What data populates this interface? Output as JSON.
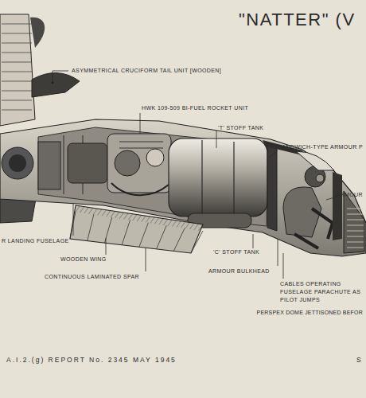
{
  "diagram": {
    "title": "\"NATTER\" (V",
    "labels": [
      "ASYMMETRICAL CRUCIFORM TAIL UNIT [WOODEN]",
      "HWK 109-509 BI-FUEL ROCKET UNIT",
      "'T' STOFF TANK",
      "SANDWICH-TYPE ARMOUR P",
      "ARMOUR",
      "R LANDING FUSELAGE",
      "WOODEN WING",
      "'C' STOFF TANK",
      "ARMOUR BULKHEAD",
      "CONTINUOUS LAMINATED SPAR",
      "CABLES OPERATING FUSELAGE PARACHUTE AS PILOT JUMPS",
      "PERSPEX DOME JETTISONED BEFOR",
      "A.I.2.(g) REPORT No. 2345 MAY 1945",
      "S"
    ]
  }
}
